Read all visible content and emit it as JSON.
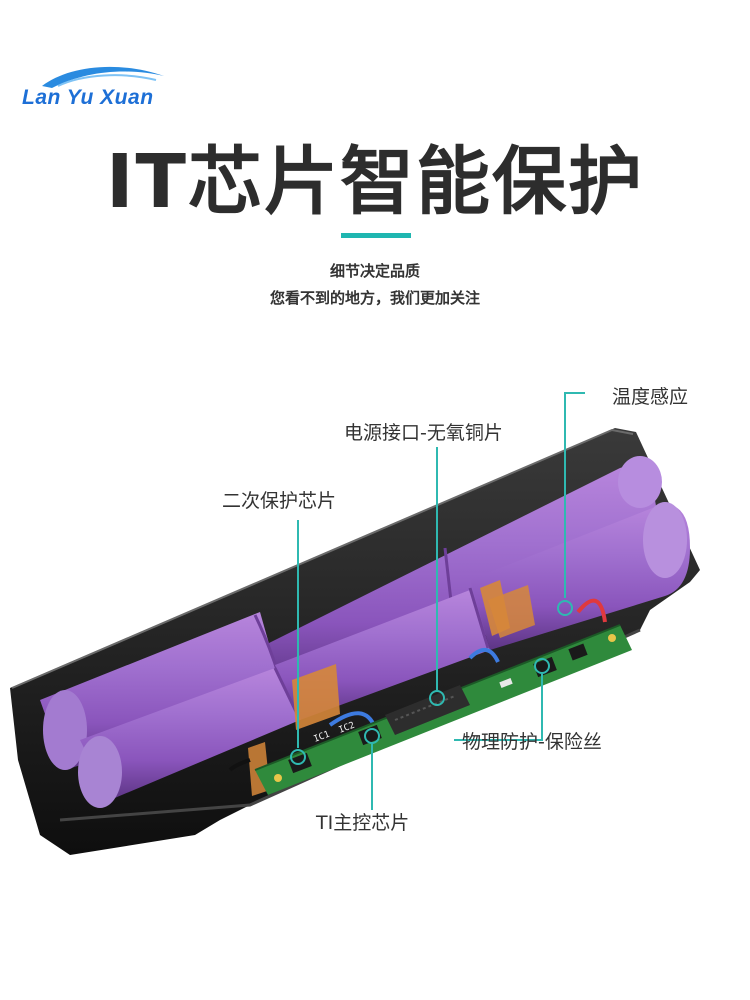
{
  "brand": {
    "name": "Lan Yu Xuan"
  },
  "headline": "IT芯片智能保护",
  "subtitle": {
    "line1": "细节决定品质",
    "line2": "您看不到的地方，我们更加关注"
  },
  "callouts": {
    "temperature": "温度感应",
    "power_port": "电源接口-无氧铜片",
    "secondary_chip": "二次保护芯片",
    "fuse": "物理防护-保险丝",
    "main_chip": "TI主控芯片"
  },
  "pcb_labels": {
    "ic1": "IC1",
    "ic2": "IC2"
  },
  "colors": {
    "accent": "#1fb6b0",
    "brand": "#1d6fd6",
    "cell": "#9a63c4",
    "tape": "#d6873a",
    "pcb": "#2f8a3c",
    "leader": "#2fb9b1",
    "case": "#1a1a1a"
  }
}
